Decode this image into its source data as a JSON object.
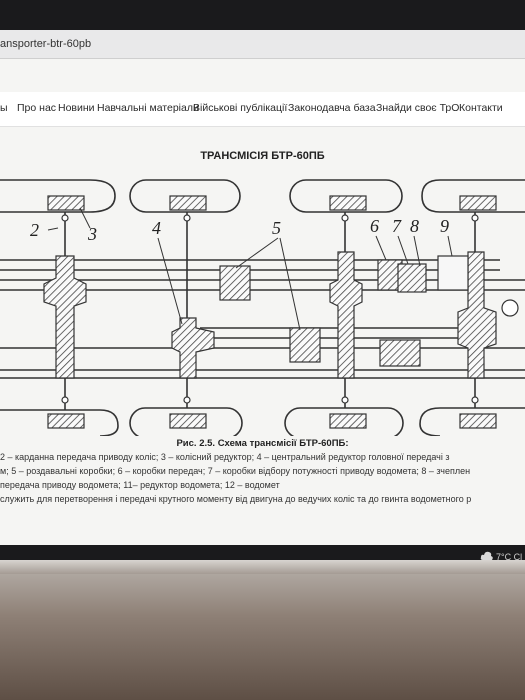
{
  "browser": {
    "tab_title": "ansporter-btr-60pb"
  },
  "nav": {
    "items": [
      {
        "label": "ы"
      },
      {
        "label": "Про нас"
      },
      {
        "label": "Новини"
      },
      {
        "label": "Навчальні матеріали"
      },
      {
        "label": "Військові публікації"
      },
      {
        "label": "Законодавча база"
      },
      {
        "label": "Знайди своє ТрО"
      },
      {
        "label": "Контакти"
      }
    ]
  },
  "article": {
    "diagram_title": "ТРАНСМІСІЯ БТР-60ПБ",
    "callouts": [
      "2",
      "3",
      "4",
      "5",
      "6",
      "7",
      "8",
      "9"
    ],
    "caption": "Рис. 2.5. Схема трансмісії БТР-60ПБ:",
    "legend_lines": [
      "2 – карданна передача приводу коліс; 3 – колісний редуктор; 4 – центральний редуктор головної передачі з",
      "м; 5 – роздавальні коробки; 6 – коробки передач; 7 – коробки відбору потужності приводу водомета; 8 – зчеплен",
      "передача приводу водомета; 11– редуктор водомета; 12 – водомет",
      "служить для перетворення і передачі крутного моменту від двигуна до ведучих коліс та до гвинта водометного р"
    ]
  },
  "taskbar": {
    "weather": "7°C Cl",
    "weather_icon": "cloud-icon"
  },
  "colors": {
    "bezel": "#1a1a1c",
    "screen": "#f5f5f3",
    "hatch": "#444444"
  }
}
